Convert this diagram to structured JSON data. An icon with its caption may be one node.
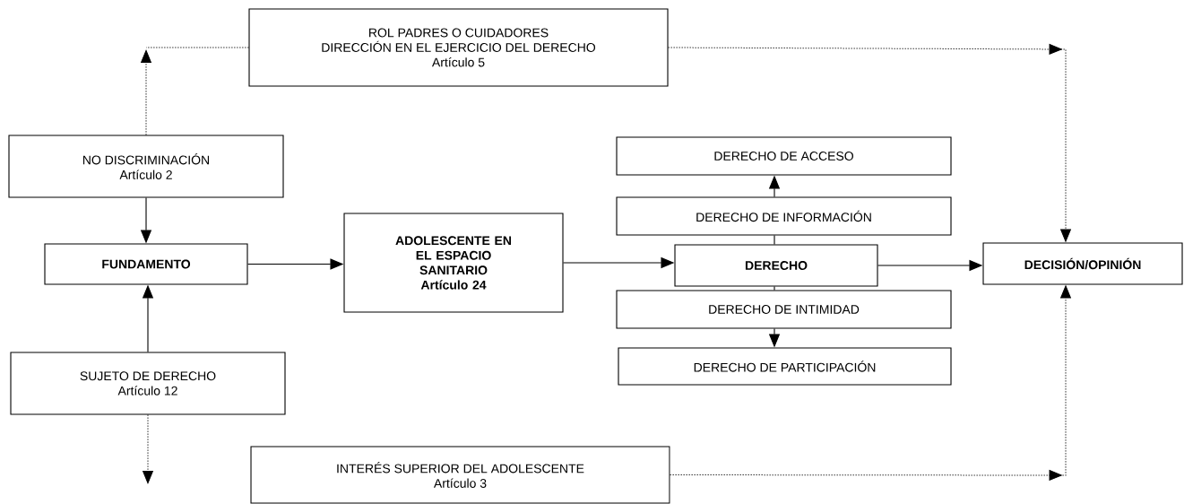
{
  "diagram": {
    "nodes": [
      {
        "text": [
          "ROL PADRES O CUIDADORES",
          "DIRECCIÓN EN EL EJERCICIO DEL DERECHO",
          "Artículo 5"
        ]
      },
      {
        "text": [
          "NO DISCRIMINACIÓN",
          "Artículo 2"
        ]
      },
      {
        "text": [
          "DERECHO DE ACCESO"
        ]
      },
      {
        "text": [
          "DERECHO DE INFORMACIÓN"
        ]
      },
      {
        "text": [
          "FUNDAMENTO"
        ]
      },
      {
        "text": [
          "ADOLESCENTE EN EL ESPACIO SANITARIO",
          "Artículo 24"
        ]
      },
      {
        "text": [
          "DERECHO"
        ]
      },
      {
        "text": [
          "DECISIÓN/OPINIÓN"
        ]
      },
      {
        "text": [
          "DERECHO DE INTIMIDAD"
        ]
      },
      {
        "text": [
          "DERECHO DE PARTICIPACIÓN"
        ]
      },
      {
        "text": [
          "SUJETO DE DERECHO",
          "Artículo 12"
        ]
      },
      {
        "text": [
          "INTERÉS SUPERIOR DEL ADOLESCENTE",
          "Artículo 3"
        ]
      }
    ],
    "edges": [
      {
        "from": 0,
        "to": 7,
        "arrow": "to",
        "style": "dashed"
      },
      {
        "from": 1,
        "to": null,
        "arrow": "to",
        "style": "dashed"
      },
      {
        "from": 1,
        "to": 4,
        "arrow": "to"
      },
      {
        "from": 10,
        "to": 4,
        "arrow": "to"
      },
      {
        "from": 4,
        "to": 5,
        "arrow": "to"
      },
      {
        "from": 5,
        "to": 6,
        "arrow": "to"
      },
      {
        "from": 6,
        "to": 7,
        "arrow": "to"
      },
      {
        "from": 3,
        "to": 2,
        "arrow": "to"
      },
      {
        "from": 6,
        "to": 3,
        "arrow": "none"
      },
      {
        "from": 6,
        "to": 8,
        "arrow": "none"
      },
      {
        "from": 8,
        "to": 9,
        "arrow": "to"
      },
      {
        "from": 10,
        "to": null,
        "arrow": "to",
        "style": "dashed"
      },
      {
        "from": 11,
        "to": 7,
        "arrow": "to",
        "style": "dashed"
      },
      {
        "from": 0,
        "to": null,
        "arrow": "none",
        "style": "dashed"
      }
    ]
  }
}
